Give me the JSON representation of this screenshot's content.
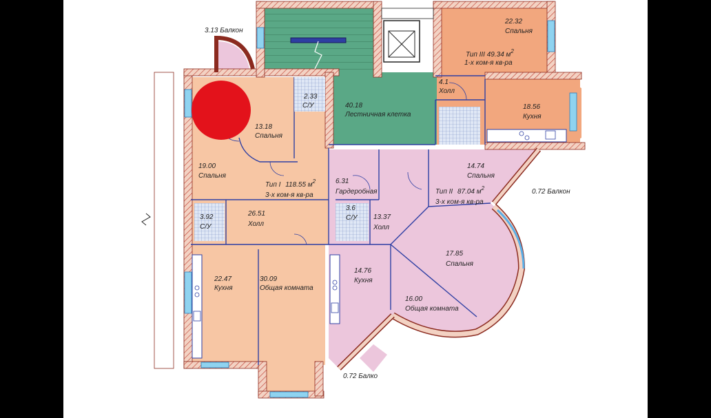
{
  "colors": {
    "background": "#000000",
    "sheet": "#ffffff",
    "apt_type1": "#f7c6a4",
    "apt_type2": "#ecc6dc",
    "apt_type3": "#f2a77e",
    "stairwell": "#5aa886",
    "wall_fill": "#f3d2c3",
    "wall_hatch": "#c0392b",
    "partition": "#2e3fa3",
    "marker": "#e3121b"
  },
  "marker": {
    "shape": "circle",
    "color": "#e3121b"
  },
  "balconies": {
    "top_left": "3.13 Балкон",
    "right": "0.72 Балкон",
    "bottom": "0.72 Балко"
  },
  "apartments": {
    "type1": {
      "title": "Тип I",
      "area": "118.55 м",
      "sup": "2",
      "rooms": "3-х ком-я кв-ра"
    },
    "type2": {
      "title": "Тип II",
      "area": "87.04 м",
      "sup": "2",
      "rooms": "3-х ком-я кв-ра"
    },
    "type3": {
      "title": "Тип III 49.34 м",
      "sup": "2",
      "rooms": "1-х ком-я кв-ра"
    }
  },
  "rooms": {
    "r1": {
      "area": "13.18",
      "name": "Спальня"
    },
    "r2": {
      "area": "2.33",
      "name": "С/У"
    },
    "r3": {
      "area": "40.18",
      "name": "Лестничная клетка"
    },
    "r4": {
      "area": "22.32",
      "name": "Спальня"
    },
    "r5": {
      "area": "4.1",
      "name": "Холл"
    },
    "r6": {
      "area": "18.56",
      "name": "Кухня"
    },
    "r7": {
      "area": "19.00",
      "name": "Спальня"
    },
    "r8": {
      "area": "6.31",
      "name": "Гардеробная"
    },
    "r9": {
      "area": "14.74",
      "name": "Спальня"
    },
    "r10": {
      "area": "3.92",
      "name": "С/У"
    },
    "r11": {
      "area": "26.51",
      "name": "Холл"
    },
    "r12": {
      "area": "3.6",
      "name": "С/У"
    },
    "r13": {
      "area": "13.37",
      "name": "Холл"
    },
    "r14": {
      "area": "17.85",
      "name": "Спальня"
    },
    "r15": {
      "area": "22.47",
      "name": "Кухня"
    },
    "r16": {
      "area": "30.09",
      "name": "Общая комната"
    },
    "r17": {
      "area": "14.76",
      "name": "Кухня"
    },
    "r18": {
      "area": "16.00",
      "name": "Общая комната"
    }
  }
}
